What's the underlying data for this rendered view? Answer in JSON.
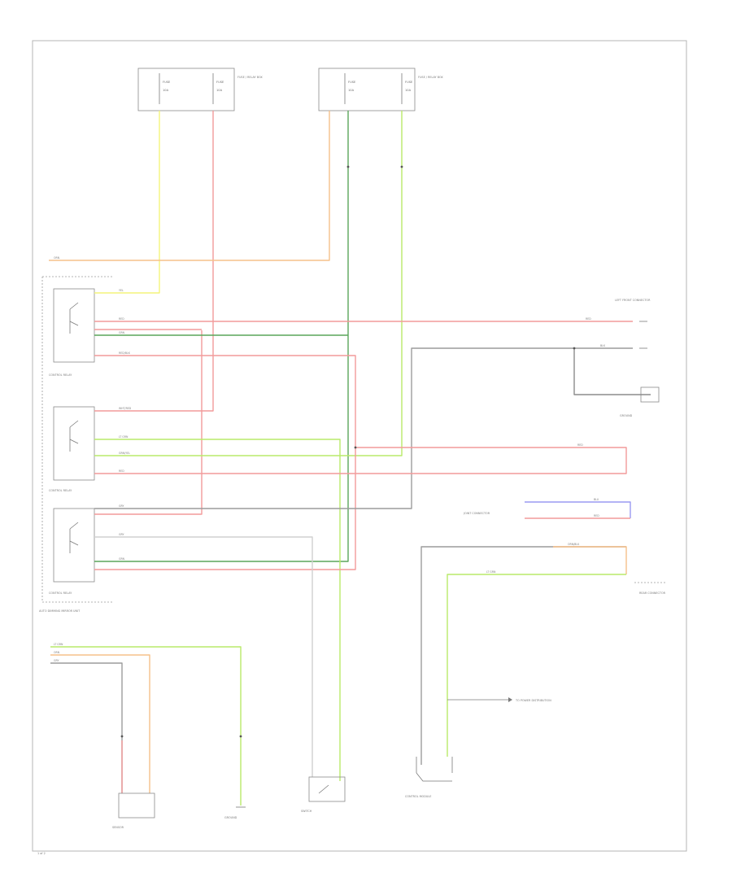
{
  "labels": {
    "fuse_box_1_fuse_a": "FUSE",
    "fuse_box_1_fuse_b": "FUSE",
    "fuse_box_1_amp_a": "10A",
    "fuse_box_1_amp_b": "10A",
    "fuse_box_1_name": "FUSE / RELAY BOX",
    "fuse_box_2_fuse_a": "FUSE",
    "fuse_box_2_fuse_b": "FUSE",
    "fuse_box_2_amp_a": "10A",
    "fuse_box_2_amp_b": "10A",
    "fuse_box_2_name": "FUSE / RELAY BOX",
    "relay_1": "CONTROL RELAY",
    "relay_2": "CONTROL RELAY",
    "relay_3": "CONTROL RELAY",
    "relay_module": "AUTO DIMMING MIRROR UNIT",
    "right_conn": "LEFT FRONT CONNECTOR",
    "ground_conn": "GROUND",
    "mid_conn": "JOINT CONNECTOR",
    "rear_conn": "REAR CONNECTOR",
    "bottom_sensor": "SENSOR",
    "bottom_ground": "GROUND",
    "bottom_switch": "SWITCH",
    "bottom_module": "CONTROL MODULE",
    "bottom_arrow": "TO POWER DISTRIBUTION",
    "page_mark": "1 of 2"
  },
  "wires": {
    "yel": "YEL",
    "red": "RED",
    "grn": "GRN",
    "lgrn": "LT GRN",
    "gry": "GRY",
    "orn": "ORN",
    "blu": "BLU",
    "blk": "BLK",
    "wht_red": "WHT/RED",
    "red_blk": "RED/BLK",
    "grn_yel": "GRN/YEL",
    "orn_blk": "ORN/BLK"
  },
  "colors": {
    "yellow": "#f4f47a",
    "red": "#f29a9a",
    "green": "#5aa55a",
    "light_green": "#b9ea6a",
    "gray": "#9c9c9c",
    "orange": "#f6c08a",
    "blue": "#9a9af2",
    "black": "#8c8c8c"
  }
}
